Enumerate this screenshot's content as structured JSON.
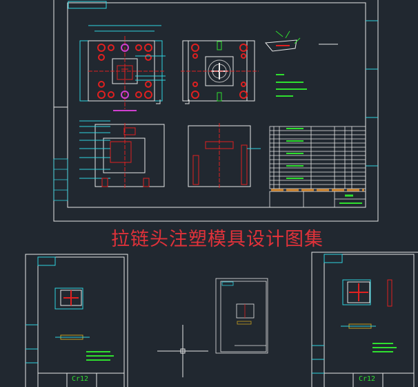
{
  "canvas": {
    "background": "#212830"
  },
  "title": "拉链头注塑模具设计图集",
  "sheets": [
    {
      "name": "assembly",
      "material": ""
    },
    {
      "name": "part-left",
      "material": "Cr12"
    },
    {
      "name": "part-small",
      "material": ""
    },
    {
      "name": "part-right",
      "material": "Cr12"
    }
  ],
  "colors": {
    "frame": "#e8e8e8",
    "dimension": "#2fd4e0",
    "text": "#2fe02f",
    "center": "#e02020",
    "title": "#e0323a",
    "hatch": "#c8a020",
    "highlight": "#d040d0"
  }
}
